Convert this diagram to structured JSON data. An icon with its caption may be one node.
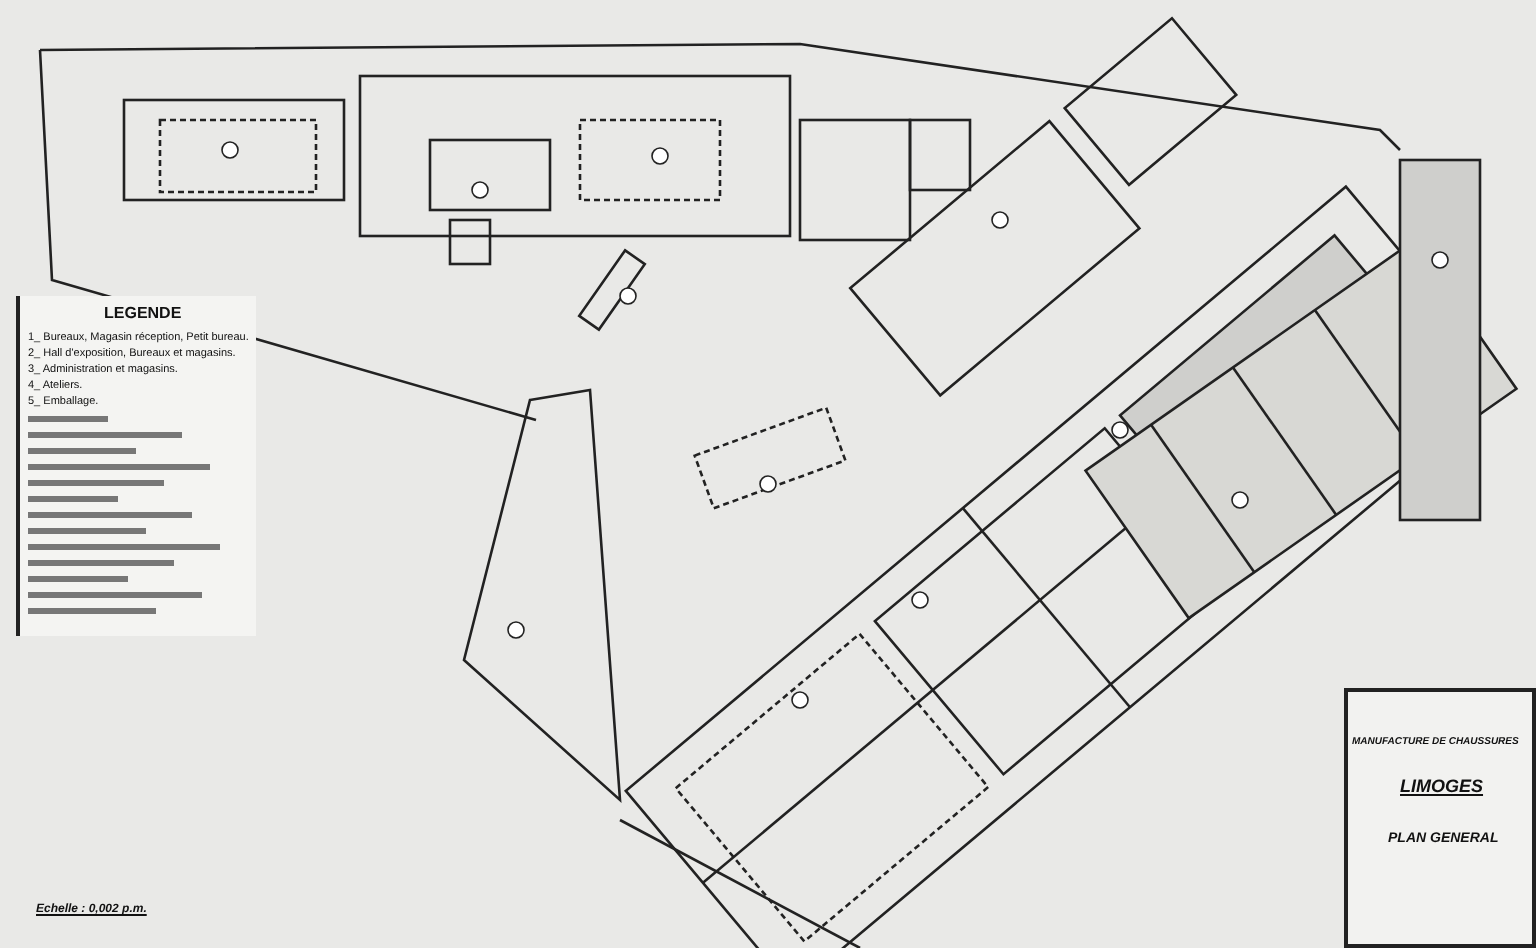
{
  "diagram": {
    "labels": [
      "LEGENDE",
      "1_ Bureaux, Magasin réception, Petit bureau.",
      "2_ Hall d'exposition, Bureaux et magasins.",
      "3_ Administration et magasins.",
      "4_ Ateliers.",
      "5_ Emballage.",
      "MANUFACTURE DE CHAUSSURES",
      "LIMOGES",
      "PLAN GENERAL",
      "Echelle : 0,002 p.m."
    ]
  }
}
